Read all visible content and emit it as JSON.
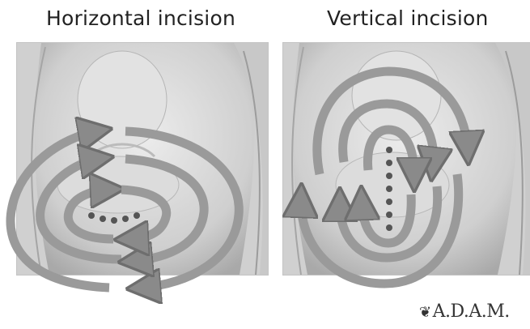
{
  "panels": [
    {
      "title": "Horizontal incision"
    },
    {
      "title": "Vertical incision"
    }
  ],
  "logo": {
    "text": "A.D.A.M.",
    "mark": "❦"
  }
}
